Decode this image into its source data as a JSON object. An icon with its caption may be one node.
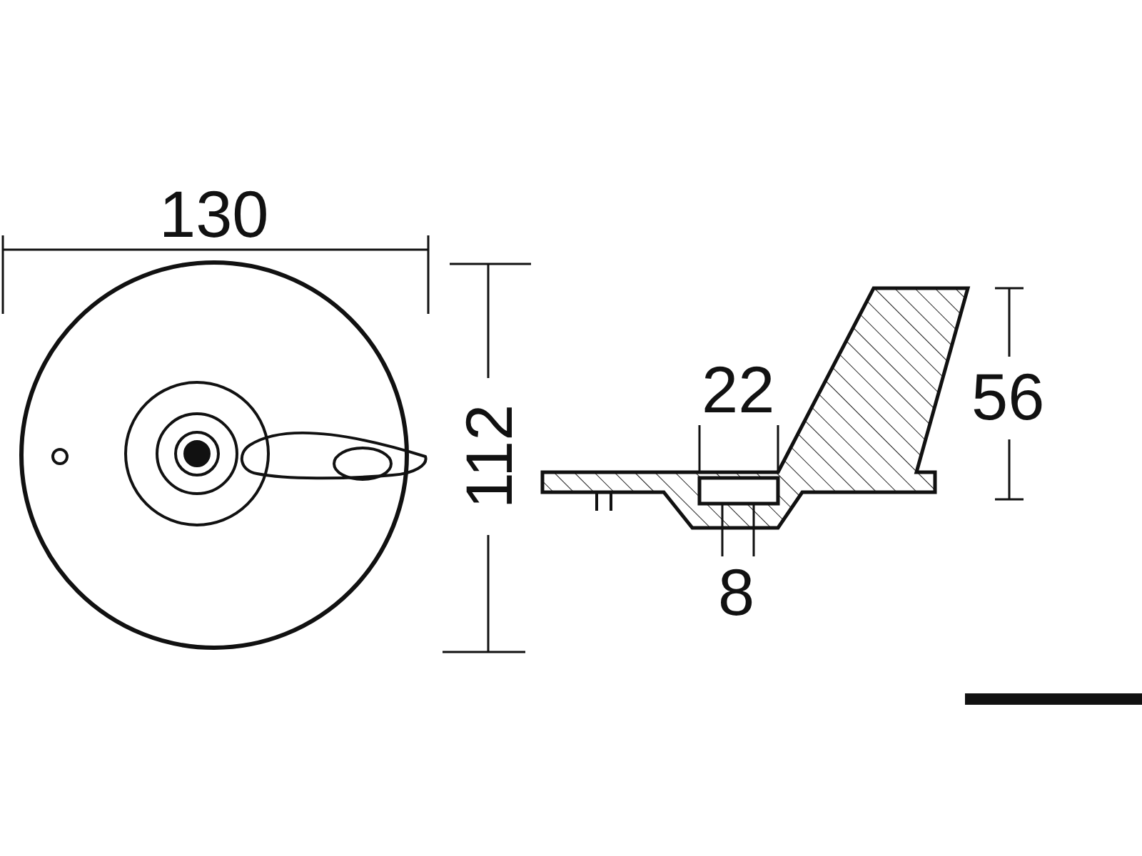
{
  "diagram": {
    "labels": [
      "130",
      "112",
      "22",
      "56",
      "8"
    ]
  }
}
